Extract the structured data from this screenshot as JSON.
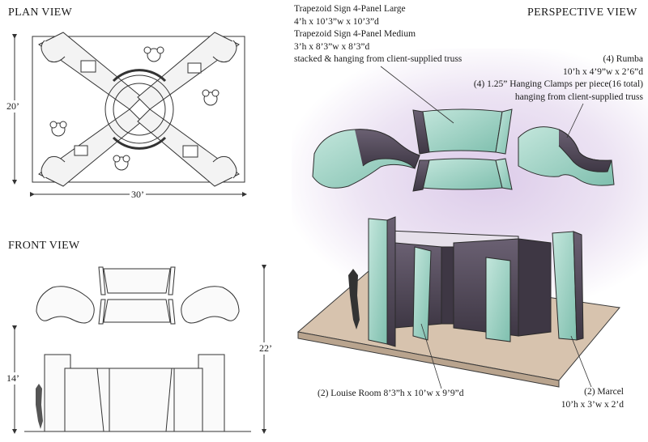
{
  "headings": {
    "plan": "PLAN VIEW",
    "front": "FRONT VIEW",
    "perspective": "PERSPECTIVE VIEW"
  },
  "plan_dims": {
    "depth": "20’",
    "width": "30’"
  },
  "front_dims": {
    "height_left": "14’",
    "height_total": "22’"
  },
  "notes": {
    "trapezoid": [
      "Trapezoid Sign 4-Panel Large",
      "4’h x 10’3”w x 10’3”d",
      "Trapezoid Sign 4-Panel Medium",
      "3’h x 8’3”w x 8’3”d",
      "stacked & hanging from client-supplied truss"
    ],
    "rumba": [
      "(4) Rumba",
      "10’h x 4’9”w x 2’6”d",
      "(4) 1.25” Hanging Clamps per piece(16 total)",
      "hanging from client-supplied truss"
    ],
    "louise": "(2) Louise Room 8’3”h x 10’w x 9’9”d",
    "marcel": [
      "(2) Marcel",
      "10’h x 3’w x 2’d"
    ]
  },
  "colors": {
    "panel_teal": "#a9d8cc",
    "panel_dark": "#5a5262",
    "wall_dark": "#4a4250",
    "floor": "#d7c3ae",
    "haze": "#d8c8e6"
  }
}
